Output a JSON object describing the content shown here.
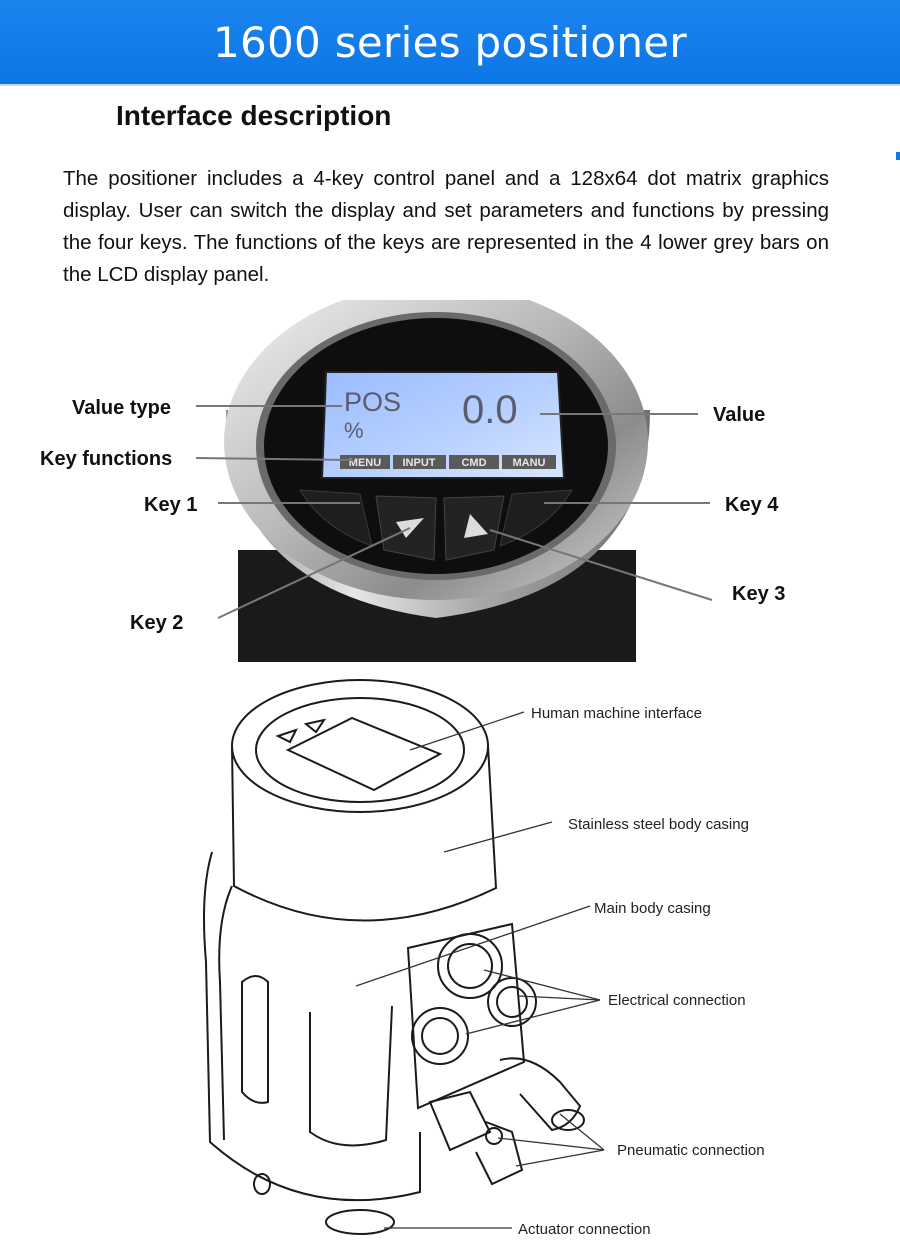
{
  "banner": {
    "title": "1600 series positioner"
  },
  "section": {
    "heading": "Interface description",
    "description": "The positioner includes a 4-key control panel and a 128x64 dot matrix graphics display. User can switch the display and set parameters and functions by pressing the four keys. The functions of the keys are represented in the 4 lower grey bars on the LCD display panel."
  },
  "hmi": {
    "labels": {
      "value_type": "Value type",
      "key_functions": "Key functions",
      "key1": "Key 1",
      "key2": "Key 2",
      "key3": "Key 3",
      "key4": "Key 4",
      "value": "Value"
    },
    "lcd": {
      "type": "POS",
      "unit": "%",
      "value": "0.0",
      "keys": [
        "MENU",
        "INPUT",
        "CMD",
        "MANU"
      ]
    }
  },
  "components": {
    "hmi": "Human machine interface",
    "stainless": "Stainless steel body casing",
    "main_body": "Main body casing",
    "electrical": "Electrical connection",
    "pneumatic": "Pneumatic connection",
    "actuator": "Actuator connection"
  },
  "colors": {
    "banner": "#0d76e6",
    "lcd": "#a9c8ff"
  }
}
